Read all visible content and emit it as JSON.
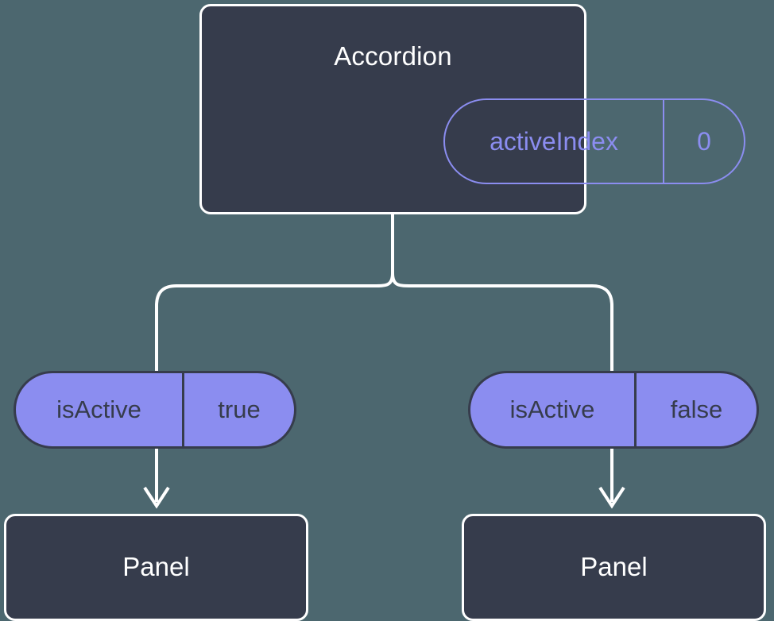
{
  "diagram": {
    "title_hidden": "React component state flow",
    "background_color": "#4c676f",
    "node_fill": "#363c4c",
    "accent_color": "#8b8df0",
    "stroke_color": "#ffffff"
  },
  "root": {
    "label": "Accordion",
    "state": {
      "key": "activeIndex",
      "value": "0"
    }
  },
  "branches": [
    {
      "prop_key": "isActive",
      "prop_value": "true",
      "child_label": "Panel"
    },
    {
      "prop_key": "isActive",
      "prop_value": "false",
      "child_label": "Panel"
    }
  ]
}
